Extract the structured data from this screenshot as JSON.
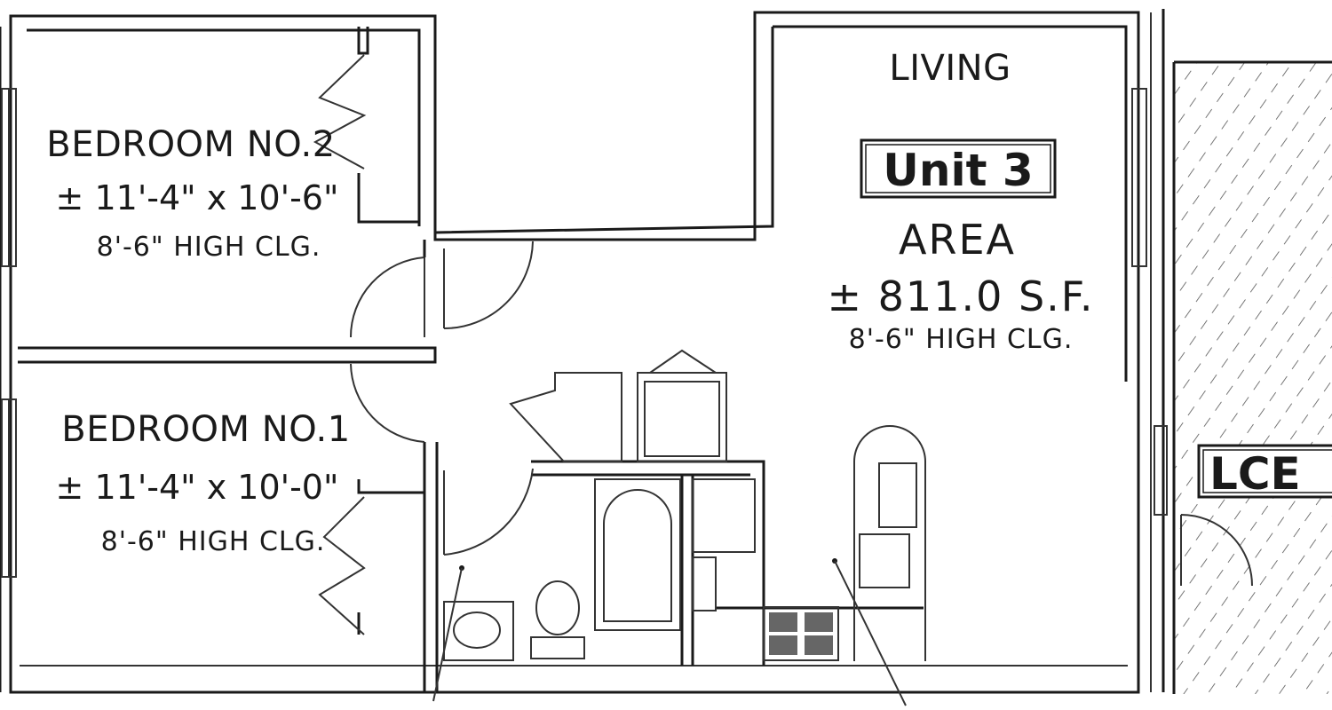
{
  "rooms": {
    "bedroom2": {
      "name": "BEDROOM NO.2",
      "size": "± 11'-4\" x 10'-6\"",
      "ceiling": "8'-6\"  HIGH CLG."
    },
    "bedroom1": {
      "name": "BEDROOM NO.1",
      "size": "± 11'-4\" x 10'-0\"",
      "ceiling": "8'-6\"  HIGH CLG."
    },
    "living": {
      "name": "LIVING"
    }
  },
  "unit": {
    "badge": "Unit 3",
    "area_label": "AREA",
    "area_value": "± 811.0 S.F.",
    "ceiling": "8'-6\"  HIGH CLG."
  },
  "adjacent": {
    "badge": "LCE"
  },
  "colors": {
    "line": "#1a1a1a",
    "paper": "#ffffff",
    "hatch": "#555555"
  }
}
